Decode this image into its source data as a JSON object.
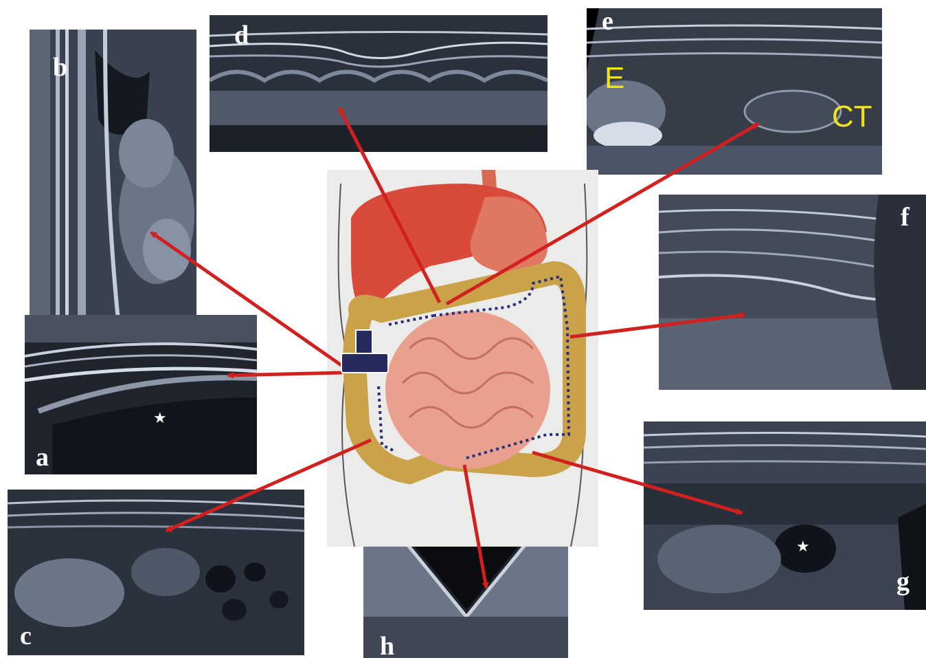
{
  "panels": {
    "a": {
      "label": "a",
      "marker": "★"
    },
    "b": {
      "label": "b"
    },
    "c": {
      "label": "c"
    },
    "d": {
      "label": "d"
    },
    "e": {
      "label": "e",
      "annotation_e": "E",
      "annotation_ct": "CT"
    },
    "f": {
      "label": "f"
    },
    "g": {
      "label": "g",
      "marker": "★"
    },
    "h": {
      "label": "h"
    }
  },
  "icons": {
    "probe": "ultrasound-probe-icon",
    "arrow": "red-arrow"
  },
  "colors": {
    "arrow": "#d0201f",
    "probe": "#262a5c",
    "path": "#2b2f7a",
    "annotation": "#f2e21a",
    "label": "#ffffff",
    "liver": "#d94a3a",
    "colon": "#c9a24a",
    "small_bowel": "#e9a08e"
  }
}
